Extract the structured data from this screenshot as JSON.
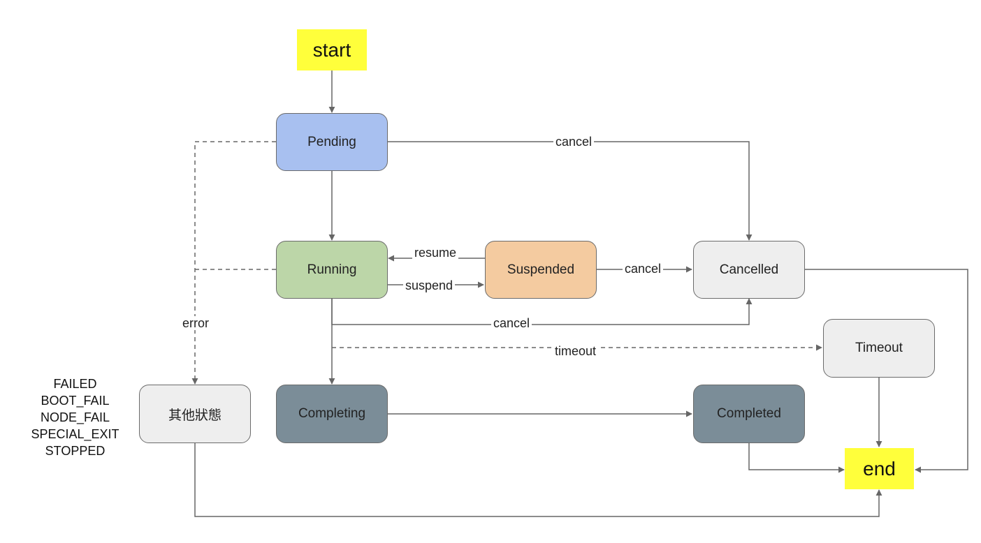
{
  "terminals": {
    "start": "start",
    "end": "end"
  },
  "states": {
    "pending": "Pending",
    "running": "Running",
    "suspended": "Suspended",
    "cancelled": "Cancelled",
    "timeout": "Timeout",
    "other": "其他狀態",
    "completing": "Completing",
    "completed": "Completed"
  },
  "edges": {
    "cancel": "cancel",
    "resume": "resume",
    "suspend": "suspend",
    "timeout": "timeout",
    "error": "error"
  },
  "other_states_list": [
    "FAILED",
    "BOOT_FAIL",
    "NODE_FAIL",
    "SPECIAL_EXIT",
    "STOPPED"
  ],
  "colors": {
    "terminal": "#ffff3b",
    "pending": "#a8c0f0",
    "running": "#bcd6a8",
    "suspended": "#f4cba0",
    "neutral": "#eeeeee",
    "completing": "#7b8d98",
    "completed": "#7b8d98",
    "edge": "#666666"
  }
}
